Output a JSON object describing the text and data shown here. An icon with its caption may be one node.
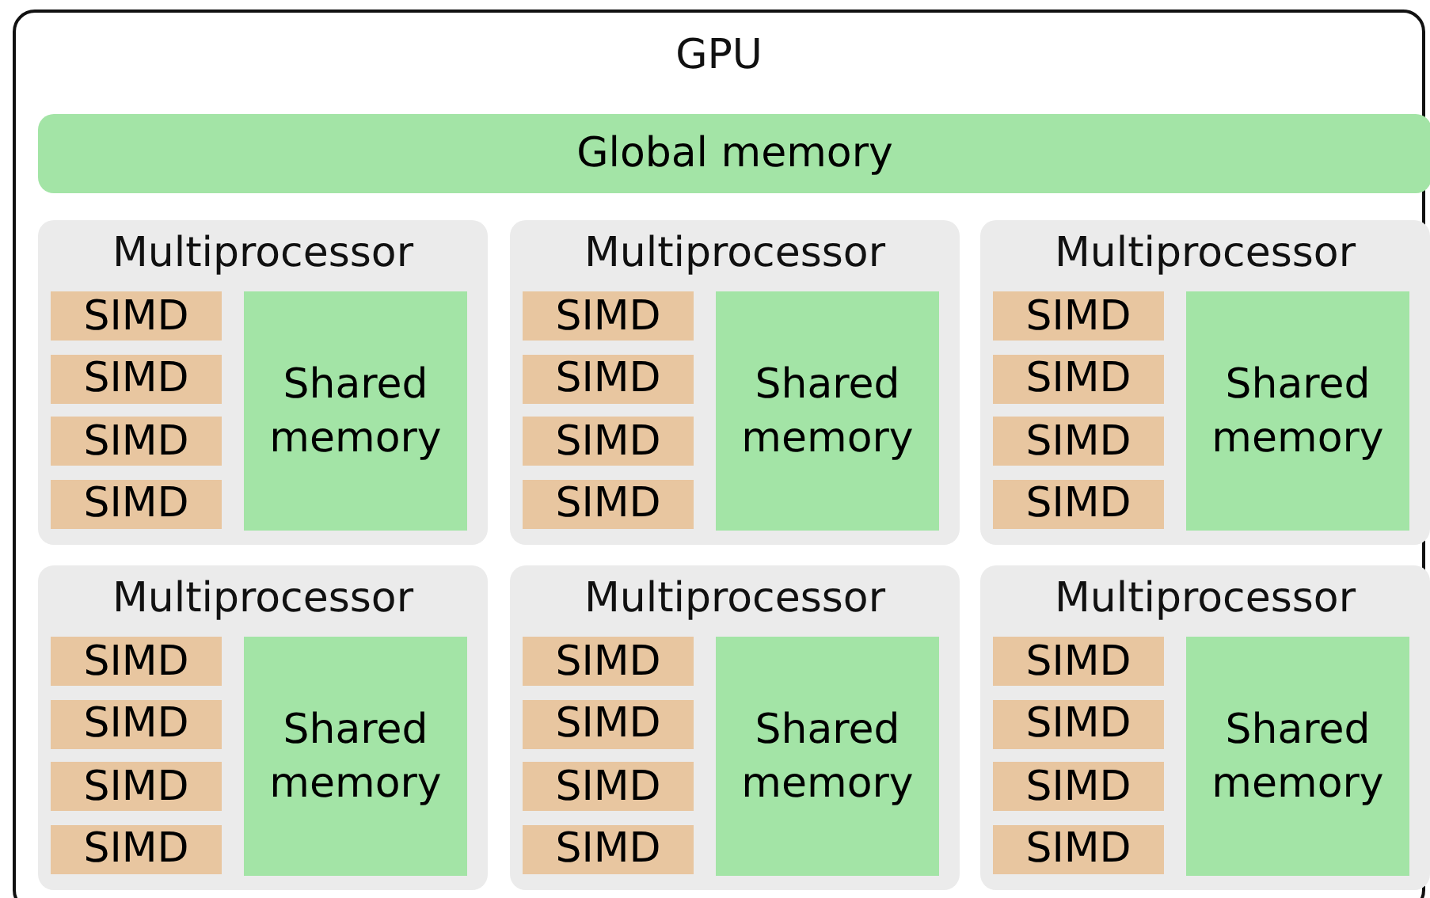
{
  "diagram": {
    "nodes": [
      {
        "text": [
          "GPU"
        ]
      },
      {
        "text": [
          "Global memory"
        ],
        "in": 0
      },
      {
        "text": [
          "Multiprocessor"
        ],
        "in": 0
      },
      {
        "text": [
          "SIMD"
        ],
        "in": 2
      },
      {
        "text": [
          "SIMD"
        ],
        "in": 2
      },
      {
        "text": [
          "SIMD"
        ],
        "in": 2
      },
      {
        "text": [
          "SIMD"
        ],
        "in": 2
      },
      {
        "text": [
          "Shared memory"
        ],
        "in": 2
      },
      {
        "text": [
          "Multiprocessor"
        ],
        "in": 0
      },
      {
        "text": [
          "SIMD"
        ],
        "in": 8
      },
      {
        "text": [
          "SIMD"
        ],
        "in": 8
      },
      {
        "text": [
          "SIMD"
        ],
        "in": 8
      },
      {
        "text": [
          "SIMD"
        ],
        "in": 8
      },
      {
        "text": [
          "Shared memory"
        ],
        "in": 8
      },
      {
        "text": [
          "Multiprocessor"
        ],
        "in": 0
      },
      {
        "text": [
          "SIMD"
        ],
        "in": 14
      },
      {
        "text": [
          "SIMD"
        ],
        "in": 14
      },
      {
        "text": [
          "SIMD"
        ],
        "in": 14
      },
      {
        "text": [
          "SIMD"
        ],
        "in": 14
      },
      {
        "text": [
          "Shared memory"
        ],
        "in": 14
      },
      {
        "text": [
          "Multiprocessor"
        ],
        "in": 0
      },
      {
        "text": [
          "SIMD"
        ],
        "in": 20
      },
      {
        "text": [
          "SIMD"
        ],
        "in": 20
      },
      {
        "text": [
          "SIMD"
        ],
        "in": 20
      },
      {
        "text": [
          "SIMD"
        ],
        "in": 20
      },
      {
        "text": [
          "Shared memory"
        ],
        "in": 20
      },
      {
        "text": [
          "Multiprocessor"
        ],
        "in": 0
      },
      {
        "text": [
          "SIMD"
        ],
        "in": 26
      },
      {
        "text": [
          "SIMD"
        ],
        "in": 26
      },
      {
        "text": [
          "SIMD"
        ],
        "in": 26
      },
      {
        "text": [
          "SIMD"
        ],
        "in": 26
      },
      {
        "text": [
          "Shared memory"
        ],
        "in": 26
      },
      {
        "text": [
          "Multiprocessor"
        ],
        "in": 0
      },
      {
        "text": [
          "SIMD"
        ],
        "in": 32
      },
      {
        "text": [
          "SIMD"
        ],
        "in": 32
      },
      {
        "text": [
          "SIMD"
        ],
        "in": 32
      },
      {
        "text": [
          "SIMD"
        ],
        "in": 32
      },
      {
        "text": [
          "Shared memory"
        ],
        "in": 32
      }
    ]
  }
}
